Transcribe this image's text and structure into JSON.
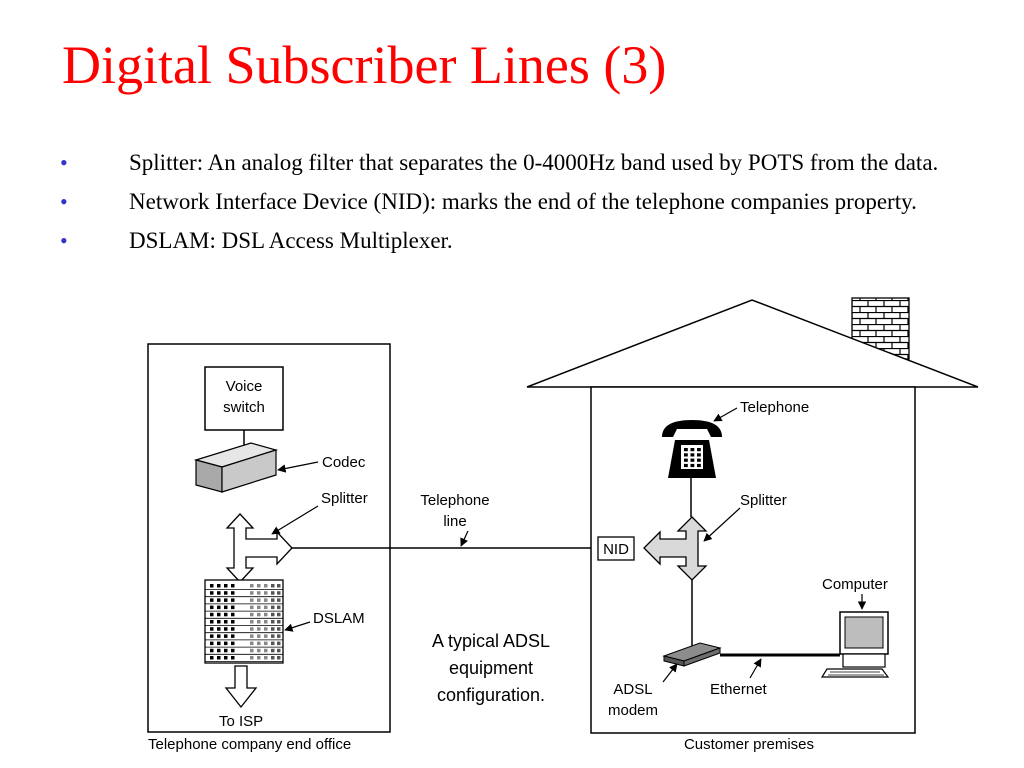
{
  "slide": {
    "title": "Digital Subscriber Lines (3)",
    "bullets": [
      "Splitter: An analog filter that separates the 0-4000Hz band used by POTS from the data.",
      "Network Interface Device (NID): marks the end of the telephone companies property.",
      "DSLAM: DSL Access Multiplexer."
    ],
    "bullet_symbol": "•",
    "title_color": "#ff0000",
    "bullet_color": "#3333cc"
  },
  "diagram": {
    "office": {
      "caption": "Telephone company end office",
      "voice_switch": [
        "Voice",
        "switch"
      ],
      "codec": "Codec",
      "splitter": "Splitter",
      "dslam": "DSLAM",
      "to_isp": "To ISP"
    },
    "telephone_line": [
      "Telephone",
      "line"
    ],
    "premises": {
      "caption": "Customer premises",
      "telephone": "Telephone",
      "splitter": "Splitter",
      "nid": "NID",
      "computer": "Computer",
      "adsl_modem": [
        "ADSL",
        "modem"
      ],
      "ethernet": "Ethernet"
    },
    "caption_lines": [
      "A typical ADSL",
      "equipment",
      "configuration."
    ]
  }
}
